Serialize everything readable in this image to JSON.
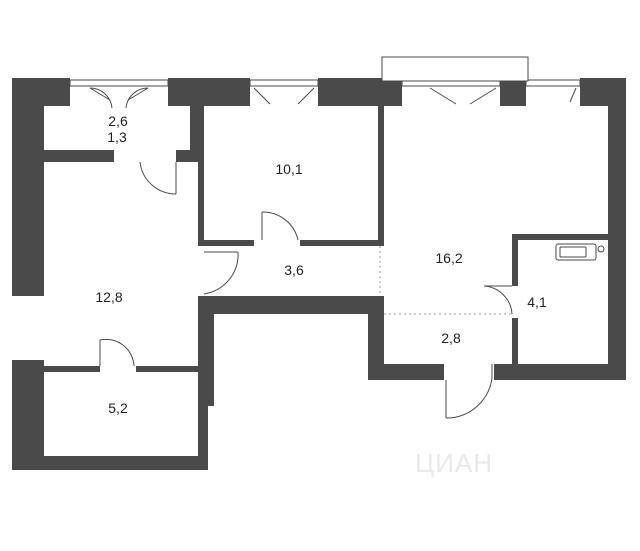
{
  "rooms": [
    {
      "id": "bath-area",
      "label": "2,6"
    },
    {
      "id": "bath-sub-area",
      "label": "1,3"
    },
    {
      "id": "bedroom",
      "label": "10,1"
    },
    {
      "id": "hallway",
      "label": "3,6"
    },
    {
      "id": "living",
      "label": "16,2"
    },
    {
      "id": "closet",
      "label": "4,1"
    },
    {
      "id": "entry",
      "label": "2,8"
    },
    {
      "id": "large-room",
      "label": "12,8"
    },
    {
      "id": "balcony",
      "label": "5,2"
    }
  ],
  "watermark": "ЦИАН",
  "colors": {
    "wall": "#4a4a4a",
    "background": "#ffffff",
    "label": "#222222"
  }
}
